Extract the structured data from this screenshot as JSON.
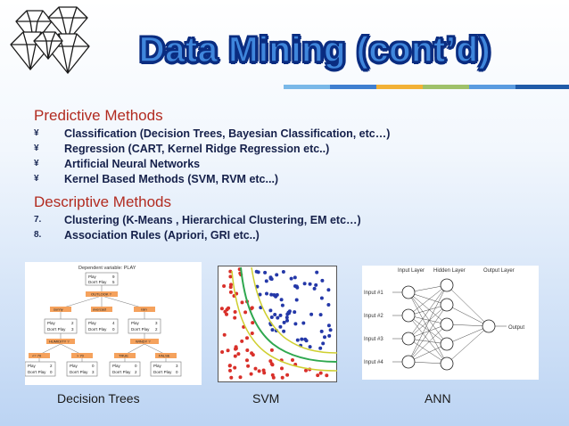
{
  "title": "Data Mining (cont’d)",
  "colors": {
    "title_fill": "#3f86dc",
    "title_outline": "#0a2c80",
    "section_heading": "#b22b20",
    "bullet_text": "#15204a"
  },
  "predictive": {
    "heading": "Predictive Methods",
    "bullet": "¥",
    "items": [
      "Classification (Decision Trees, Bayesian Classification, etc…)",
      "Regression (CART, Kernel Ridge Regression etc..)",
      "Artificial Neural Networks",
      "Kernel Based Methods (SVM, RVM etc...)"
    ]
  },
  "descriptive": {
    "heading": "Descriptive Methods",
    "items": [
      {
        "marker": "7.",
        "text": "Clustering (K-Means , Hierarchical Clustering,  EM etc…)"
      },
      {
        "marker": "8.",
        "text": "Association Rules (Apriori, GRI etc..)"
      }
    ]
  },
  "decision_tree": {
    "title": "Dependent variable: PLAY",
    "root": {
      "play_label": "Play",
      "play_count": "9",
      "dont_label": "Don't Play",
      "dont_count": "5"
    },
    "root_split": "OUTLOOK ?",
    "branches": [
      "sunny",
      "overcast",
      "rain"
    ],
    "sunny_node": {
      "play_count": "2",
      "dont_count": "3"
    },
    "overcast_node": {
      "play_count": "4",
      "dont_count": "0"
    },
    "rain_node": {
      "play_count": "3",
      "dont_count": "2"
    },
    "left_split": "HUMIDITY ?",
    "right_split": "WINDY ?",
    "left_branches": [
      "<= 70",
      "> 70"
    ],
    "right_branches": [
      "TRUE",
      "FALSE"
    ],
    "leaves": [
      {
        "play_count": "2",
        "dont_count": "0"
      },
      {
        "play_count": "0",
        "dont_count": "3"
      },
      {
        "play_count": "0",
        "dont_count": "2"
      },
      {
        "play_count": "3",
        "dont_count": "0"
      }
    ]
  },
  "ann": {
    "input_layer": "Input\nLayer",
    "hidden_layer": "Hidden Layer",
    "output_layer": "Output\nLayer",
    "inputs": [
      "Input #1",
      "Input #2",
      "Input #3",
      "Input #4"
    ],
    "output": "Output"
  },
  "captions": {
    "decision_trees": "Decision  Trees",
    "svm": "SVM",
    "ann": "ANN"
  }
}
